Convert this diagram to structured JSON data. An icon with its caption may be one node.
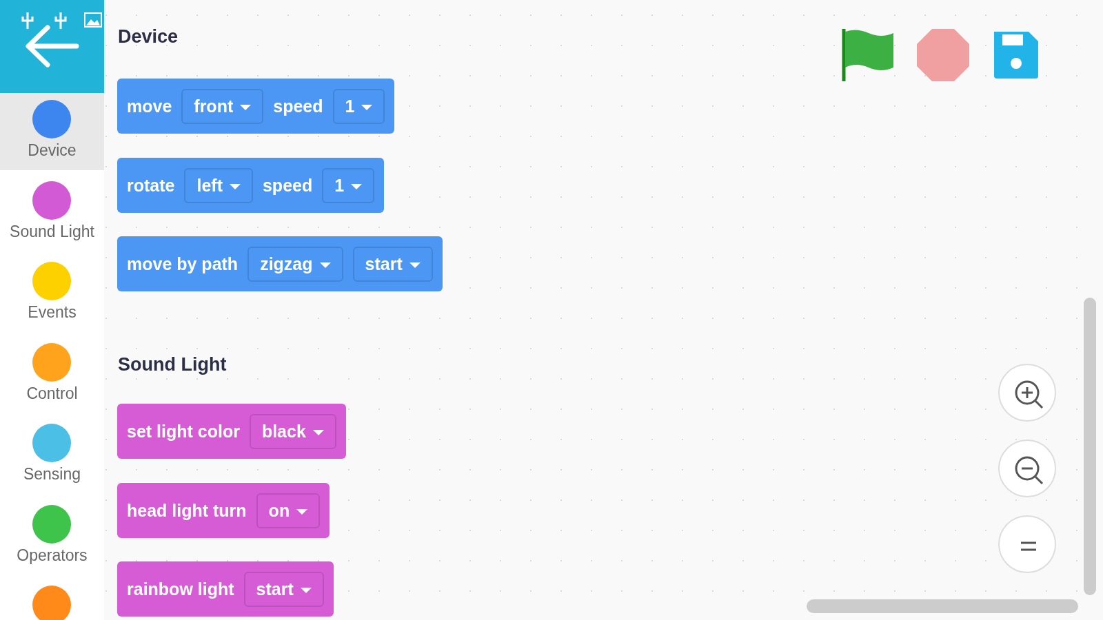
{
  "diagram": {
    "nodes": [
      {
        "text": [
          "move",
          "front",
          "speed",
          "1"
        ]
      },
      {
        "text": [
          "rotate",
          "left",
          "speed",
          "1"
        ]
      },
      {
        "text": [
          "move by path",
          "zigzag",
          "start"
        ]
      },
      {
        "text": [
          "set light color",
          "black"
        ]
      },
      {
        "text": [
          "head light turn",
          "on"
        ]
      },
      {
        "text": [
          "rainbow light",
          "start"
        ]
      }
    ],
    "edges": [],
    "labels": [
      "Device",
      "Sound Light",
      "Events",
      "Control",
      "Sensing",
      "Operators",
      "Device",
      "Sound Light"
    ]
  }
}
